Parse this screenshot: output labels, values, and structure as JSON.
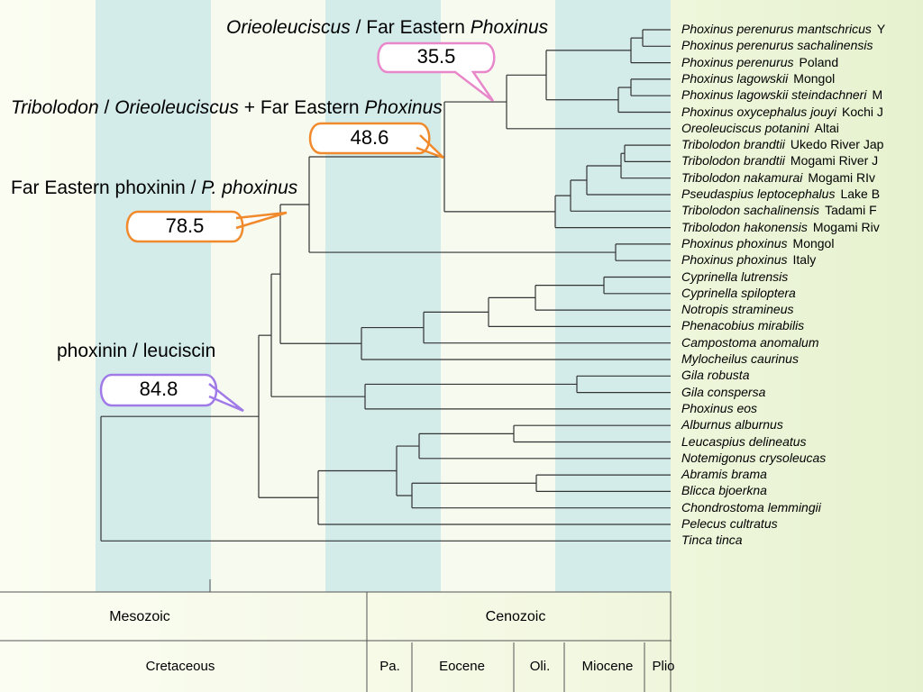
{
  "headings": {
    "h1": {
      "italic_a": "Orieoleuciscus",
      "plain_a": " / Far  Eastern ",
      "italic_b": "Phoxinus"
    },
    "h2": {
      "italic_a": "Tribolodon",
      "plain_a": " / ",
      "italic_b": "Orieoleuciscus",
      "plain_b": " + Far  Eastern ",
      "italic_c": "Phoxinus"
    },
    "h3": {
      "plain_a": "Far Eastern phoxinin / ",
      "italic_a": "P. phoxinus"
    },
    "h4": {
      "plain_a": "phoxinin / leuciscin"
    }
  },
  "divergence_times": {
    "b1": "35.5",
    "b2": "48.6",
    "b3": "78.5",
    "b4": "84.8"
  },
  "bubble_colors": {
    "b1": "#e887c9",
    "b2": "#f08a2c",
    "b3": "#f08a2c",
    "b4": "#a07be8"
  },
  "taxa": [
    {
      "species": "Phoxinus perenurus mantschricus",
      "locality": "Y"
    },
    {
      "species": "Phoxinus perenurus sachalinensis",
      "locality": ""
    },
    {
      "species": "Phoxinus perenurus",
      "locality": "Poland"
    },
    {
      "species": "Phoxinus lagowskii",
      "locality": "Mongol"
    },
    {
      "species": "Phoxinus lagowskii steindachneri",
      "locality": "M"
    },
    {
      "species": "Phoxinus oxycephalus jouyi",
      "locality": "Kochi J"
    },
    {
      "species": "Oreoleuciscus potanini",
      "locality": "Altai"
    },
    {
      "species": "Tribolodon brandtii",
      "locality": "Ukedo River Jap"
    },
    {
      "species": "Tribolodon brandtii",
      "locality": "Mogami River J"
    },
    {
      "species": "Tribolodon nakamurai",
      "locality": "Mogami RIv"
    },
    {
      "species": "Pseudaspius leptocephalus",
      "locality": "Lake B"
    },
    {
      "species": "Tribolodon sachalinensis",
      "locality": "Tadami F"
    },
    {
      "species": "Tribolodon hakonensis",
      "locality": "Mogami Riv"
    },
    {
      "species": "Phoxinus phoxinus",
      "locality": "Mongol"
    },
    {
      "species": "Phoxinus phoxinus",
      "locality": "Italy"
    },
    {
      "species": "Cyprinella lutrensis",
      "locality": ""
    },
    {
      "species": "Cyprinella spiloptera",
      "locality": ""
    },
    {
      "species": "Notropis stramineus",
      "locality": ""
    },
    {
      "species": "Phenacobius mirabilis",
      "locality": ""
    },
    {
      "species": "Campostoma anomalum",
      "locality": ""
    },
    {
      "species": "Mylocheilus caurinus",
      "locality": ""
    },
    {
      "species": "Gila robusta",
      "locality": ""
    },
    {
      "species": "Gila conspersa",
      "locality": ""
    },
    {
      "species": "Phoxinus eos",
      "locality": ""
    },
    {
      "species": "Alburnus alburnus",
      "locality": ""
    },
    {
      "species": "Leucaspius delineatus",
      "locality": ""
    },
    {
      "species": "Notemigonus crysoleucas",
      "locality": ""
    },
    {
      "species": "Abramis brama",
      "locality": ""
    },
    {
      "species": "Blicca bjoerkna",
      "locality": ""
    },
    {
      "species": "Chondrostoma lemmingii",
      "locality": ""
    },
    {
      "species": "Pelecus cultratus",
      "locality": ""
    },
    {
      "species": "Tinca tinca",
      "locality": ""
    }
  ],
  "timescale": {
    "eras": [
      "Mesozoic",
      "Cenozoic"
    ],
    "periods": [
      "Cretaceous"
    ],
    "epochs": [
      "Pa.",
      "Eocene",
      "Oli.",
      "Miocene",
      "Plio"
    ]
  },
  "colors": {
    "band": "#d3ecea",
    "line": "#333333"
  }
}
